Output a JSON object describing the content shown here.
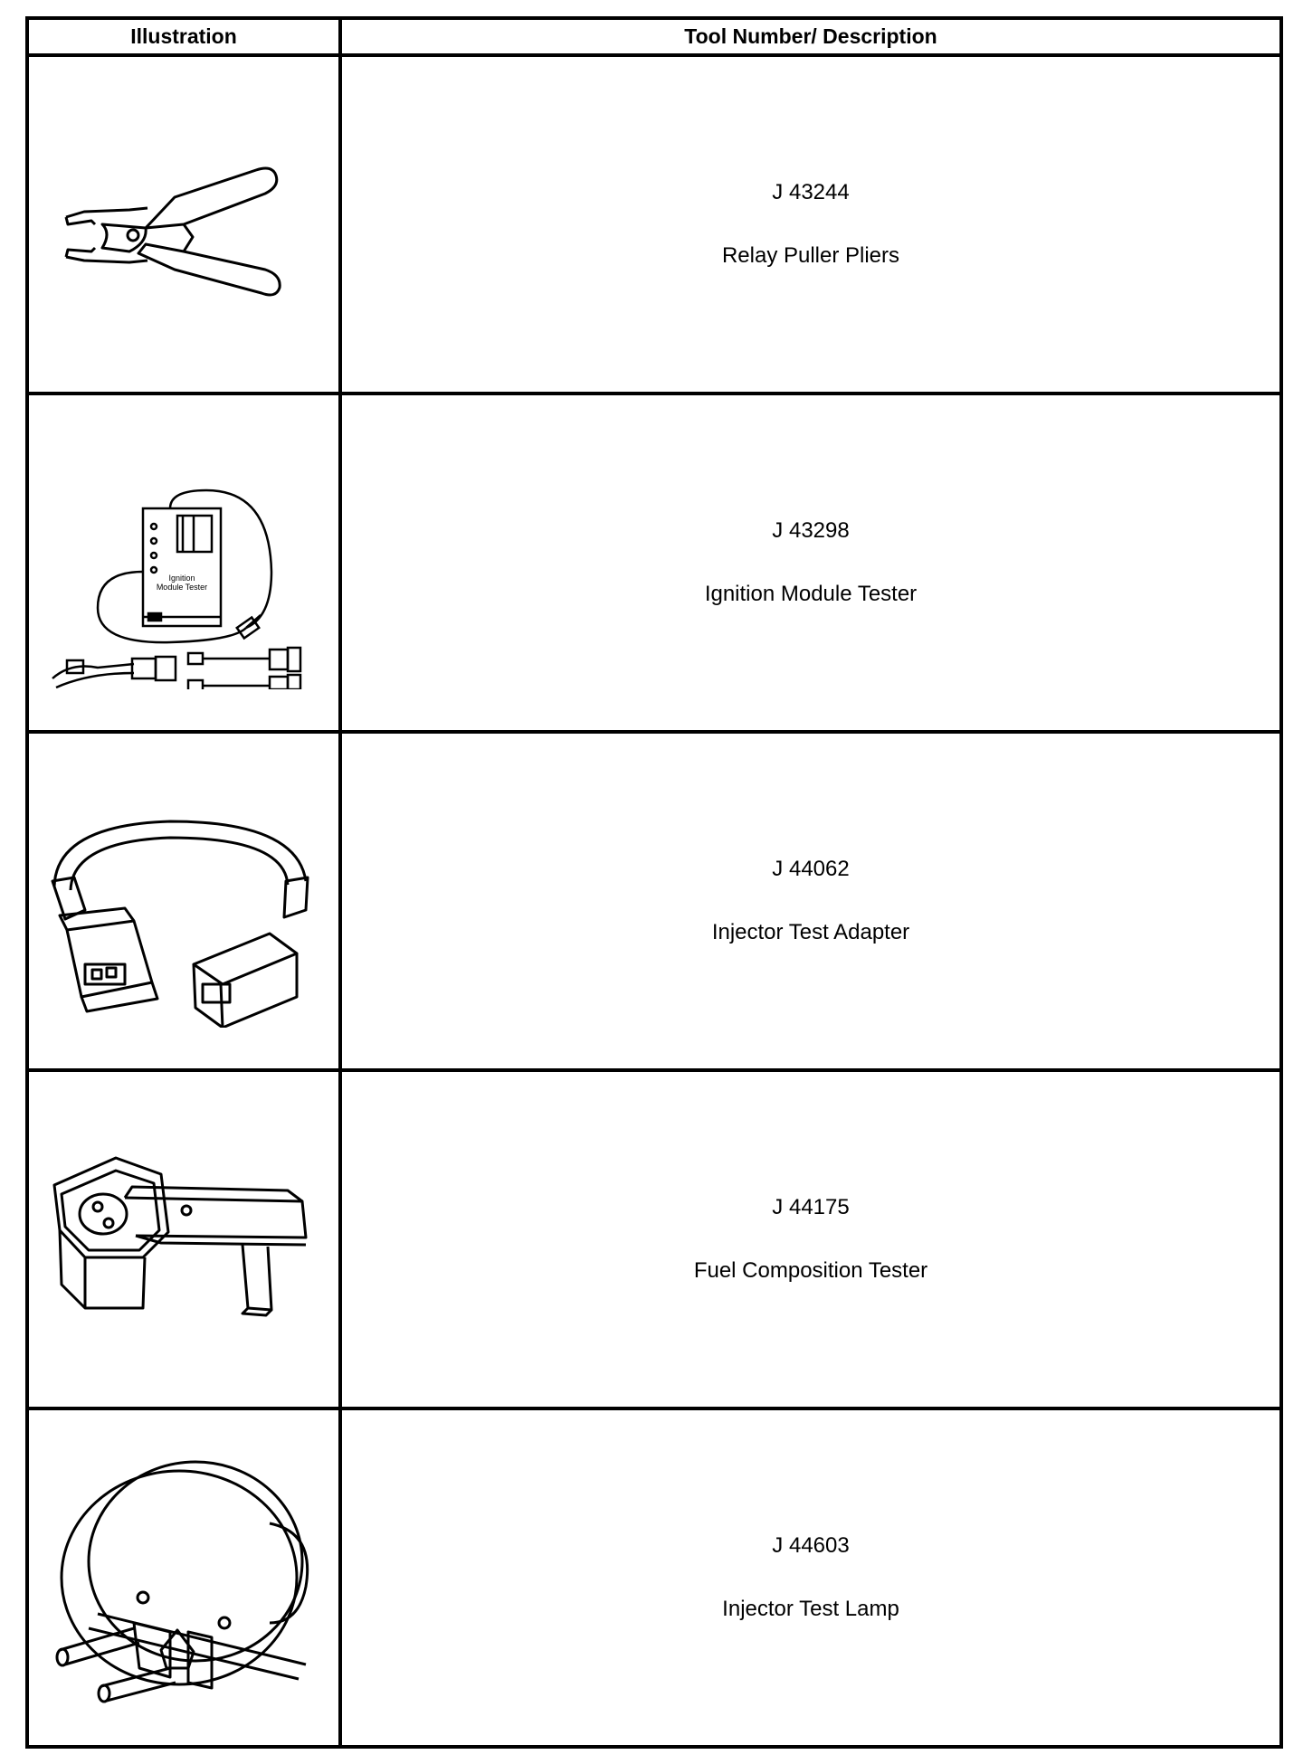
{
  "headers": {
    "illustration": "Illustration",
    "description": "Tool Number/ Description"
  },
  "rows": [
    {
      "number": "J 43244",
      "name": "Relay Puller Pliers",
      "icon": "relay-puller-pliers-icon"
    },
    {
      "number": "J 43298",
      "name": "Ignition Module Tester",
      "icon": "ignition-module-tester-icon"
    },
    {
      "number": "J 44062",
      "name": "Injector Test Adapter",
      "icon": "injector-test-adapter-icon"
    },
    {
      "number": "J 44175",
      "name": "Fuel Composition Tester",
      "icon": "fuel-composition-tester-icon"
    },
    {
      "number": "J 44603",
      "name": "Injector Test Lamp",
      "icon": "injector-test-lamp-icon"
    }
  ],
  "illustration_labels": {
    "tester_face": "Ignition\nModule Tester"
  }
}
